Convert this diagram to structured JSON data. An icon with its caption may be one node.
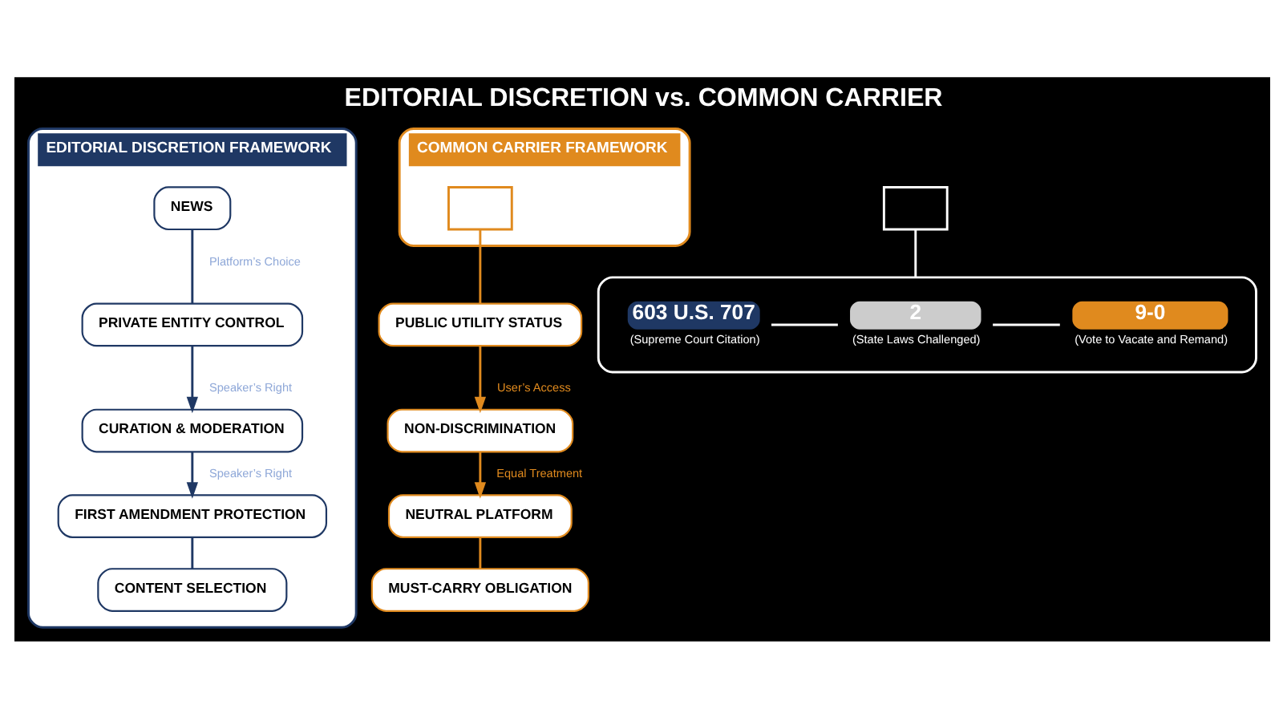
{
  "diagram": {
    "title": "EDITORIAL DISCRETION vs. COMMON CARRIER",
    "nodes": [
      {
        "text": [
          "EDITORIAL DISCRETION FRAMEWORK"
        ]
      },
      {
        "text": [
          "NEWS"
        ],
        "in": 0
      },
      {
        "text": [
          "PRIVATE ENTITY CONTROL"
        ],
        "in": 0
      },
      {
        "text": [
          "CURATION & MODERATION"
        ],
        "in": 0
      },
      {
        "text": [
          "FIRST AMENDMENT PROTECTION"
        ],
        "in": 0
      },
      {
        "text": [
          "CONTENT SELECTION"
        ],
        "in": 0
      },
      {
        "text": [
          "COMMON CARRIER FRAMEWORK"
        ]
      },
      {
        "text": [],
        "shape": "box",
        "in": 6
      },
      {
        "text": [
          "PUBLIC UTILITY STATUS"
        ]
      },
      {
        "text": [
          "NON-DISCRIMINATION"
        ]
      },
      {
        "text": [
          "NEUTRAL PLATFORM"
        ]
      },
      {
        "text": [
          "MUST-CARRY OBLIGATION"
        ]
      },
      {
        "text": [],
        "shape": "box"
      },
      {
        "text": [],
        "shape": "box"
      },
      {
        "text": [
          "603 U.S. 707"
        ],
        "beside": [
          "(Supreme Court Citation)"
        ],
        "in": 13
      },
      {
        "text": [
          "2"
        ],
        "beside": [
          "(State Laws Challenged)"
        ],
        "in": 13
      },
      {
        "text": [
          "9-0"
        ],
        "beside": [
          "(Vote to Vacate and Remand)"
        ],
        "in": 13
      }
    ],
    "edges": [
      {
        "from": 1,
        "to": 2,
        "arrow": "none",
        "label": "Platform’s Choice",
        "color": "#1f3864"
      },
      {
        "from": 2,
        "to": 3,
        "arrow": "to",
        "label": "Speaker’s Right",
        "color": "#1f3864"
      },
      {
        "from": 3,
        "to": 4,
        "arrow": "to",
        "label": "Speaker’s Right",
        "color": "#1f3864"
      },
      {
        "from": 4,
        "to": 5,
        "arrow": "none",
        "color": "#1f3864"
      },
      {
        "from": 7,
        "to": 8,
        "arrow": "none",
        "color": "#e08a1e"
      },
      {
        "from": 8,
        "to": 9,
        "arrow": "to",
        "label": "User’s Access",
        "color": "#e08a1e"
      },
      {
        "from": 9,
        "to": 10,
        "arrow": "to",
        "label": "Equal Treatment",
        "color": "#e08a1e"
      },
      {
        "from": 10,
        "to": 11,
        "arrow": "none",
        "color": "#e08a1e"
      },
      {
        "from": 12,
        "to": 13,
        "arrow": "none",
        "color": "#ffffff"
      },
      {
        "from": 14,
        "to": 15,
        "arrow": "none",
        "color": "#ffffff"
      },
      {
        "from": 15,
        "to": 16,
        "arrow": "none",
        "color": "#ffffff"
      }
    ]
  }
}
